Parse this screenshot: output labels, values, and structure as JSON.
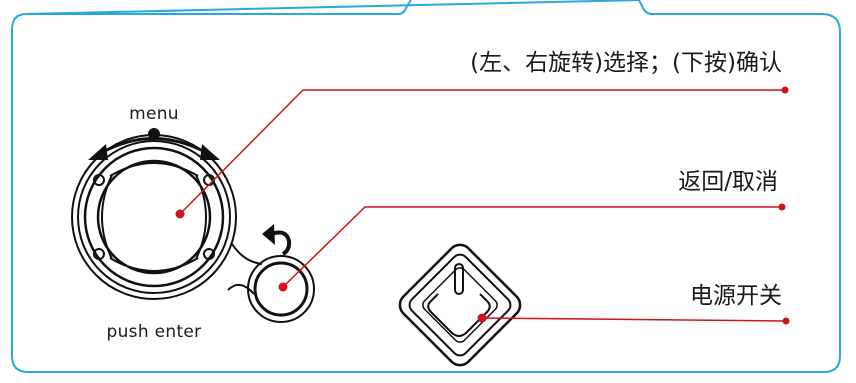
{
  "frame": {
    "accent_color": "#29a8e0"
  },
  "leader_color": "#d0121b",
  "knob": {
    "top_label": "menu",
    "bottom_label": "push enter"
  },
  "callouts": {
    "knob": "(左、右旋转)选择；(下按)确认",
    "back": "返回/取消",
    "power": "电源开关"
  },
  "icons": {
    "back": "back-arrow-icon",
    "power": "power-icon",
    "rotate": "rotate-arrows-icon"
  }
}
